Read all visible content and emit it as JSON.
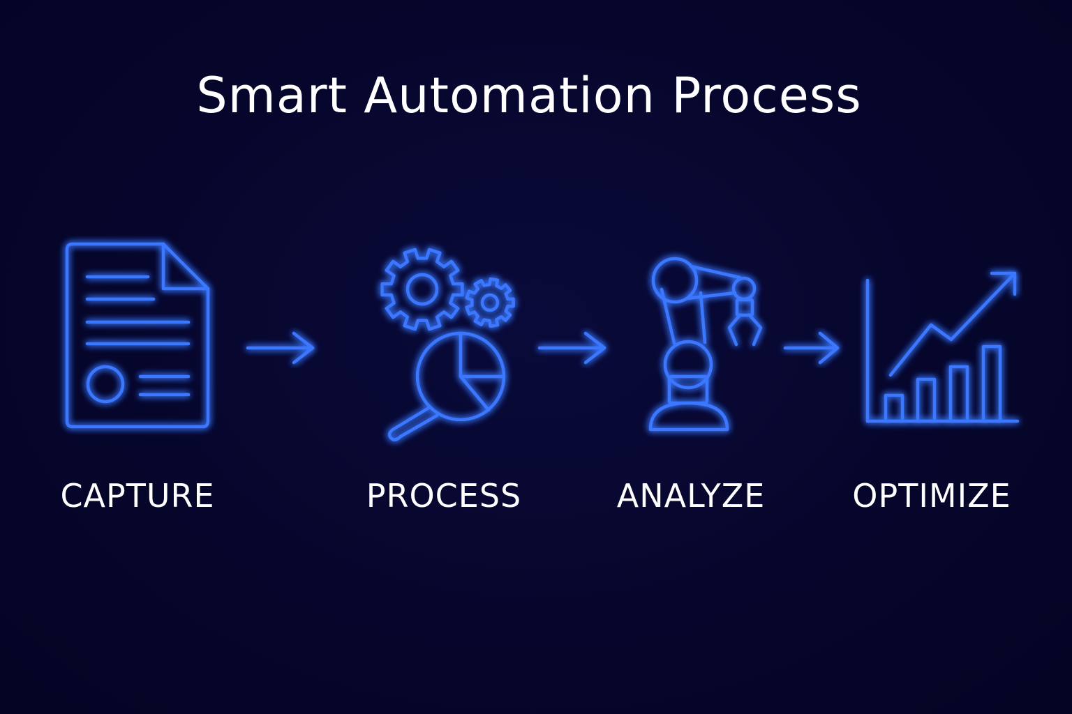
{
  "title": "Smart Automation Process",
  "steps": [
    {
      "label": "CAPTURE",
      "icon": "document-icon"
    },
    {
      "label": "PROCESS",
      "icon": "gears-magnifier-icon"
    },
    {
      "label": "ANALYZE",
      "icon": "robot-arm-icon"
    },
    {
      "label": "OPTIMIZE",
      "icon": "growth-chart-icon"
    }
  ],
  "colors": {
    "background": "#06062c",
    "accent": "#3a78ff",
    "text": "#ffffff"
  }
}
